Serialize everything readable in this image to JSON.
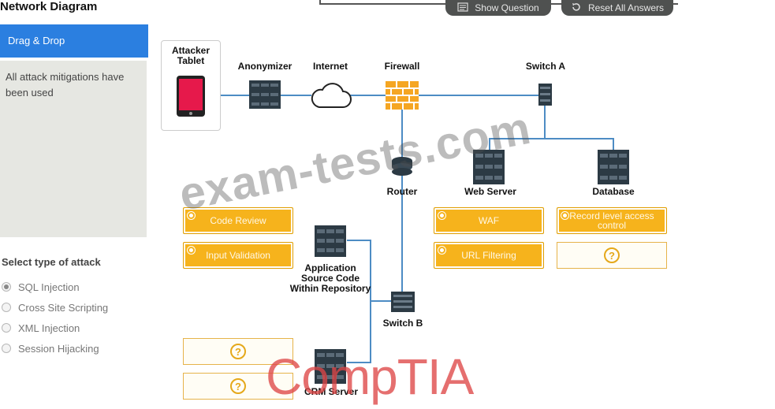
{
  "page_title": "Network Diagram",
  "sidebar": {
    "drag_drop_label": "Drag & Drop",
    "drag_drop_message": "All attack mitigations have been used",
    "attack_type_title": "Select type of attack",
    "attack_types": [
      {
        "label": "SQL Injection",
        "selected": true
      },
      {
        "label": "Cross Site Scripting",
        "selected": false
      },
      {
        "label": "XML Injection",
        "selected": false
      },
      {
        "label": "Session Hijacking",
        "selected": false
      }
    ]
  },
  "toolbar": {
    "show_question_label": "Show Question",
    "reset_label": "Reset All Answers"
  },
  "nodes": {
    "attacker_tablet": "Attacker Tablet",
    "anonymizer": "Anonymizer",
    "internet": "Internet",
    "firewall": "Firewall",
    "switch_a": "Switch A",
    "router": "Router",
    "web_server": "Web Server",
    "database": "Database",
    "app_source": "Application Source Code Within Repository",
    "switch_b": "Switch B",
    "crm_server": "CRM Server"
  },
  "mitigations": {
    "code_review": "Code Review",
    "input_validation": "Input Validation",
    "waf": "WAF",
    "url_filtering": "URL Filtering",
    "record_level_access": "Record level access control"
  },
  "watermarks": {
    "site": "exam-tests.com",
    "brand": "CompTIA"
  },
  "colors": {
    "accent_blue": "#2b7fe0",
    "mitigation_orange": "#f6b31c",
    "wire_blue": "#4d8cc4"
  }
}
